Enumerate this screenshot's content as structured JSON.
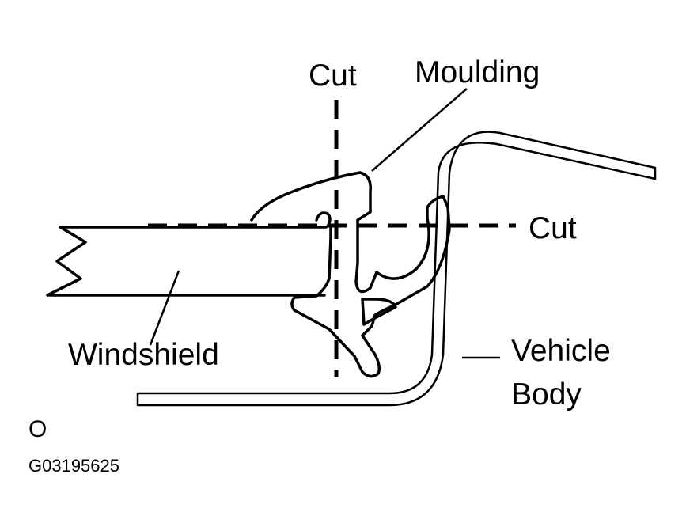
{
  "labels": {
    "cut_vertical": "Cut",
    "cut_horizontal": "Cut",
    "moulding": "Moulding",
    "windshield": "Windshield",
    "vehicle_body_line1": "Vehicle",
    "vehicle_body_line2": "Body",
    "corner_mark": "O",
    "figure_code": "G03195625"
  }
}
